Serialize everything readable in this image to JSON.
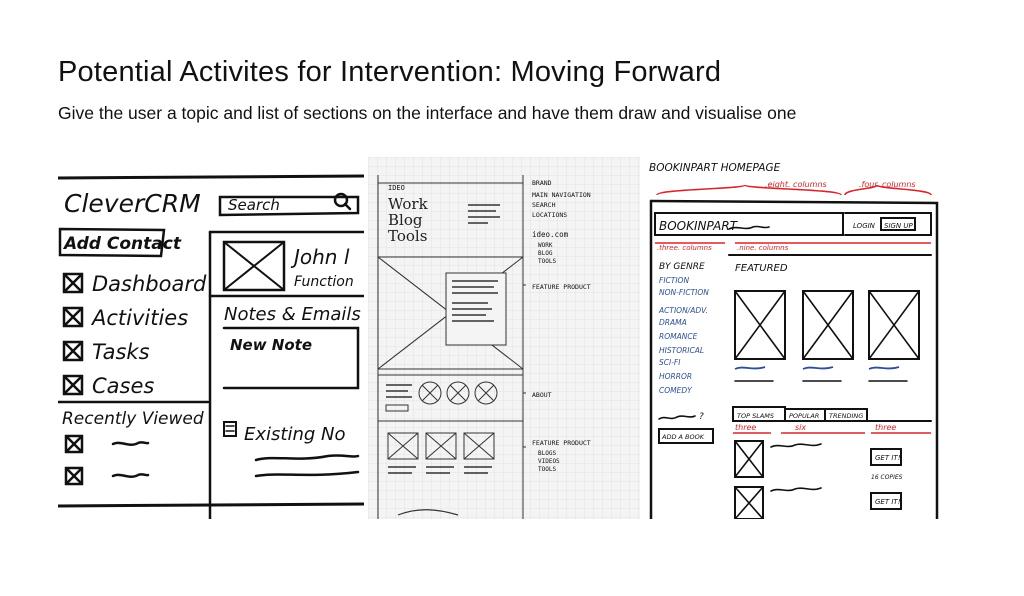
{
  "slide": {
    "title": "Potential Activites for Intervention: Moving Forward",
    "subtitle": "Give the user a topic and list of sections on the interface and have them draw and visualise one"
  },
  "sketch_crm": {
    "logo": "CleverCRM",
    "search": "Search",
    "add_contact": "Add Contact",
    "nav": [
      "Dashboard",
      "Activities",
      "Tasks",
      "Cases"
    ],
    "recently_viewed": "Recently Viewed",
    "contact_name": "John l",
    "contact_function": "Function",
    "notes_heading": "Notes & Emails",
    "new_note": "New Note",
    "existing": "Existing No"
  },
  "sketch_ideo": {
    "logo": "IDEO",
    "menu": [
      "Work",
      "Blog",
      "Tools"
    ],
    "ann_brand": "BRAND",
    "ann_nav": [
      "MAIN NAVIGATION",
      "SEARCH",
      "LOCATIONS"
    ],
    "ann_site": "ideo.com",
    "ann_site_items": [
      "WORK",
      "BLOG",
      "TOOLS"
    ],
    "ann_feature": "FEATURE PRODUCT",
    "ann_about": "ABOUT",
    "ann_feature2": "FEATURE PRODUCT",
    "ann_feature2_items": [
      "BLOGS",
      "VIDEOS",
      "TOOLS"
    ]
  },
  "sketch_book": {
    "page_title": "BOOKINPART HOMEPAGE",
    "eight_columns": ".eight. columns",
    "four_columns": ".four. columns",
    "three_columns": ".three. columns",
    "nine_columns": ".nine. columns",
    "logo": "BOOKINPART",
    "login": "LOGIN",
    "signup": "SIGN UP",
    "by_genre": "BY GENRE",
    "genres": [
      "FICTION",
      "NON-FICTION",
      "ACTION/ADV.",
      "DRAMA",
      "ROMANCE",
      "HISTORICAL",
      "SCI-FI",
      "HORROR",
      "COMEDY"
    ],
    "featured": "FEATURED",
    "question": "?",
    "add_book": "ADD A BOOK",
    "tabs": [
      "TOP SLAMS",
      "POPULAR",
      "TRENDING"
    ],
    "three": "three",
    "six": "six",
    "three2": "three",
    "get_it": "GET IT!",
    "copies": "16 COPIES"
  },
  "colors": {
    "annotation_red": "#d6262a",
    "genre_blue": "#2c4f9a"
  }
}
